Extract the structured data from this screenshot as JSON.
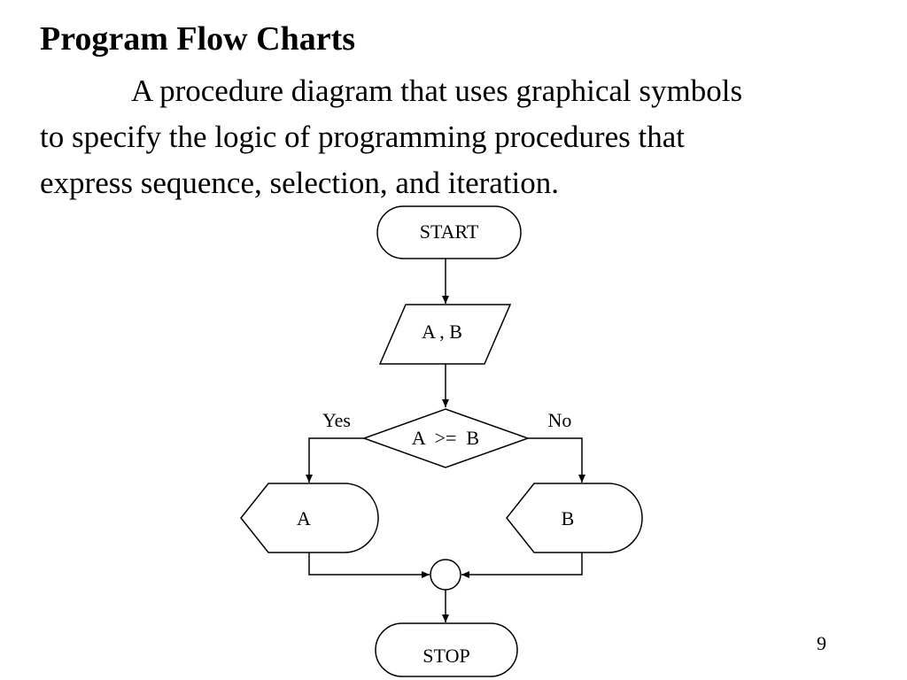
{
  "slide": {
    "title": "Program Flow Charts",
    "description_lines": [
      "A procedure diagram that uses graphical symbols",
      "to specify the logic of programming procedures that",
      "express sequence, selection, and iteration."
    ],
    "page_number": "9"
  },
  "flowchart": {
    "start_label": "START",
    "input_label": "A , B",
    "decision_label": "A  >=  B",
    "yes_label": "Yes",
    "no_label": "No",
    "display_a_label": "A",
    "display_b_label": "B",
    "stop_label": "STOP"
  }
}
